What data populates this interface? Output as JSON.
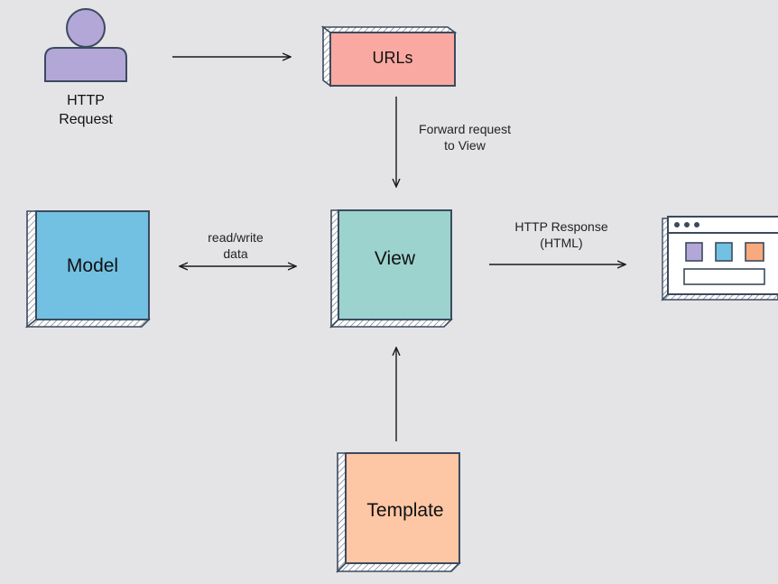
{
  "user": {
    "label_line1": "HTTP",
    "label_line2": "Request"
  },
  "urls": {
    "label": "URLs"
  },
  "view": {
    "label": "View"
  },
  "model": {
    "label": "Model"
  },
  "template": {
    "label": "Template"
  },
  "edges": {
    "forward_line1": "Forward request",
    "forward_line2": "to View",
    "readwrite_line1": "read/write",
    "readwrite_line2": "data",
    "response_line1": "HTTP Response",
    "response_line2": "(HTML)"
  },
  "colors": {
    "background": "#e4e4e6",
    "person": "#b3a7d8",
    "urls": "#f9a9a1",
    "model": "#72c0e2",
    "view": "#9cd3ce",
    "template": "#fdc6a4",
    "outline": "#3b4a5e"
  }
}
